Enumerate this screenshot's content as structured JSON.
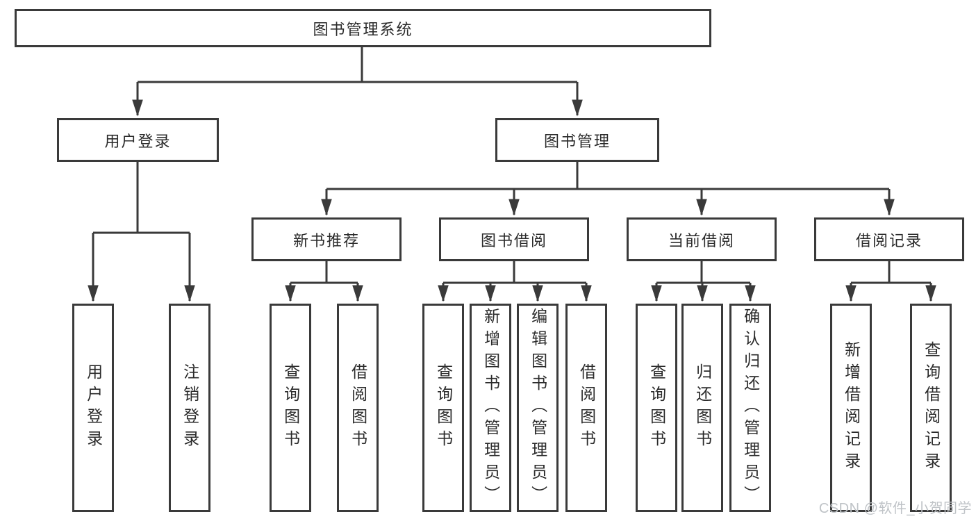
{
  "diagram": {
    "root_label": "图书管理系统",
    "level2": [
      "用户登录",
      "图书管理"
    ],
    "level3": [
      "新书推荐",
      "图书借阅",
      "当前借阅",
      "借阅记录"
    ],
    "leaves": [
      "用户登录",
      "注销登录",
      "查询图书",
      "借阅图书",
      "查询图书",
      "新增图书（管理员）",
      "编辑图书（管理员）",
      "借阅图书",
      "查询图书",
      "归还图书",
      "确认归还（管理员）",
      "新增借阅记录",
      "查询借阅记录"
    ]
  },
  "colors": {
    "line": "#3a3a3a",
    "text": "#2b2b2b",
    "watermark": "#bfc3c7",
    "background": "#ffffff"
  },
  "watermark": "CSDN @软件_小贺同学"
}
